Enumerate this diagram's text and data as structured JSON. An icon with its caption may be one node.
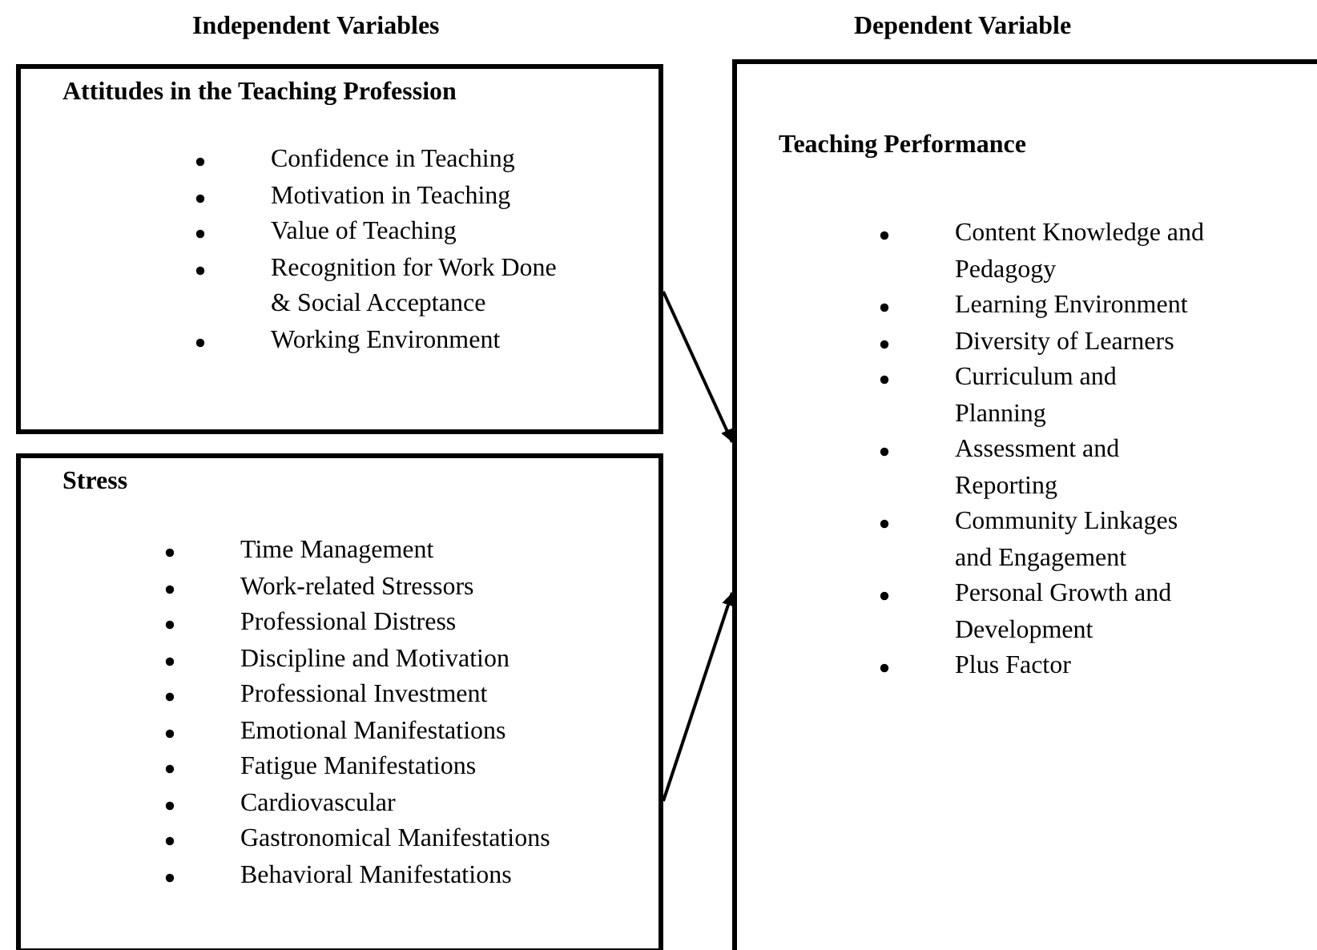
{
  "diagram": {
    "nodes": [
      {
        "text": [
          "Attitudes in the Teaching Profession",
          "Confidence in Teaching",
          "Motivation in Teaching",
          "Value of Teaching",
          "Recognition for Work Done & Social Acceptance",
          "Working Environment"
        ]
      },
      {
        "text": [
          "Stress",
          "Time Management",
          "Work-related Stressors",
          "Professional Distress",
          "Discipline and Motivation",
          "Professional Investment",
          "Emotional Manifestations",
          "Fatigue Manifestations",
          "Cardiovascular",
          "Gastronomical Manifestations",
          "Behavioral Manifestations"
        ]
      },
      {
        "text": [
          "Teaching Performance",
          "Content Knowledge and Pedagogy",
          "Learning Environment",
          "Diversity of Learners",
          "Curriculum and Planning",
          "Assessment and Reporting",
          "Community Linkages and Engagement",
          "Personal Growth and Development",
          "Plus Factor"
        ]
      }
    ],
    "edges": [
      {
        "from": 0,
        "to": 2,
        "arrow": "to"
      },
      {
        "from": 1,
        "to": 2,
        "arrow": "to"
      }
    ],
    "labels": [
      "Independent Variables",
      "Dependent Variable"
    ]
  }
}
